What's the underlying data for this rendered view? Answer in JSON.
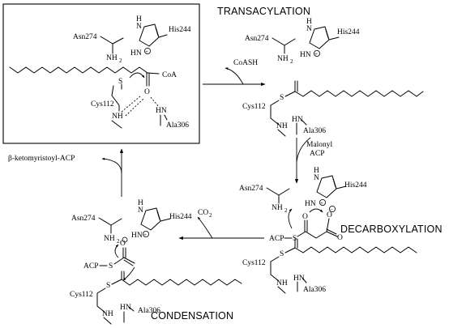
{
  "stages": {
    "transacylation": "TRANSACYLATION",
    "decarboxylation": "DECARBOXYLATION",
    "condensation": "CONDENSATION"
  },
  "residues": {
    "asn": "Asn274",
    "his": "His244",
    "cys": "Cys112",
    "ala": "Ala306"
  },
  "groups": {
    "nh2": "NH",
    "nh2_sub": "2",
    "hn": "HN",
    "h": "H",
    "n": "N",
    "nh": "NH",
    "s": "S",
    "o": "O",
    "coa": "CoA",
    "acp": "ACP",
    "plus": "+",
    "minus": "−"
  },
  "species": {
    "coash": "CoASH",
    "malonyl": "Malonyl",
    "malonyl_acp": "ACP",
    "co2": "CO",
    "co2_sub": "2",
    "product": "β-ketomyristoyl-ACP"
  }
}
